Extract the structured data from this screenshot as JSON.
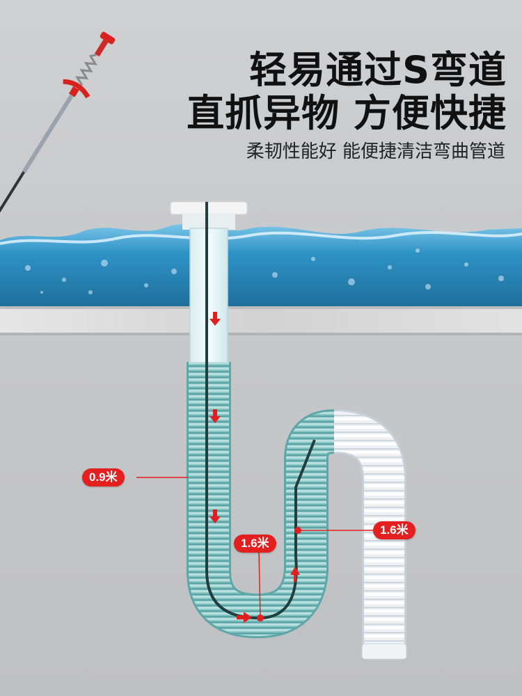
{
  "headline": {
    "line1": "轻易通过S弯道",
    "line2": "直抓异物 方便快捷",
    "subline": "柔韧性能好 能便捷清洁弯曲管道"
  },
  "callouts": {
    "left_pipe": "0.9米",
    "bottom_bend": "1.6米",
    "right_pipe": "1.6米"
  },
  "colors": {
    "accent": "#e41f1f",
    "water": "#2a8fc2",
    "pipe_teal": "#7dbdbd",
    "pipe_white": "#f4f6f8",
    "countertop": "#dcdcdc"
  },
  "icons": {
    "arrow": "red-flow-arrow",
    "tool": "drain-claw-grabber"
  }
}
